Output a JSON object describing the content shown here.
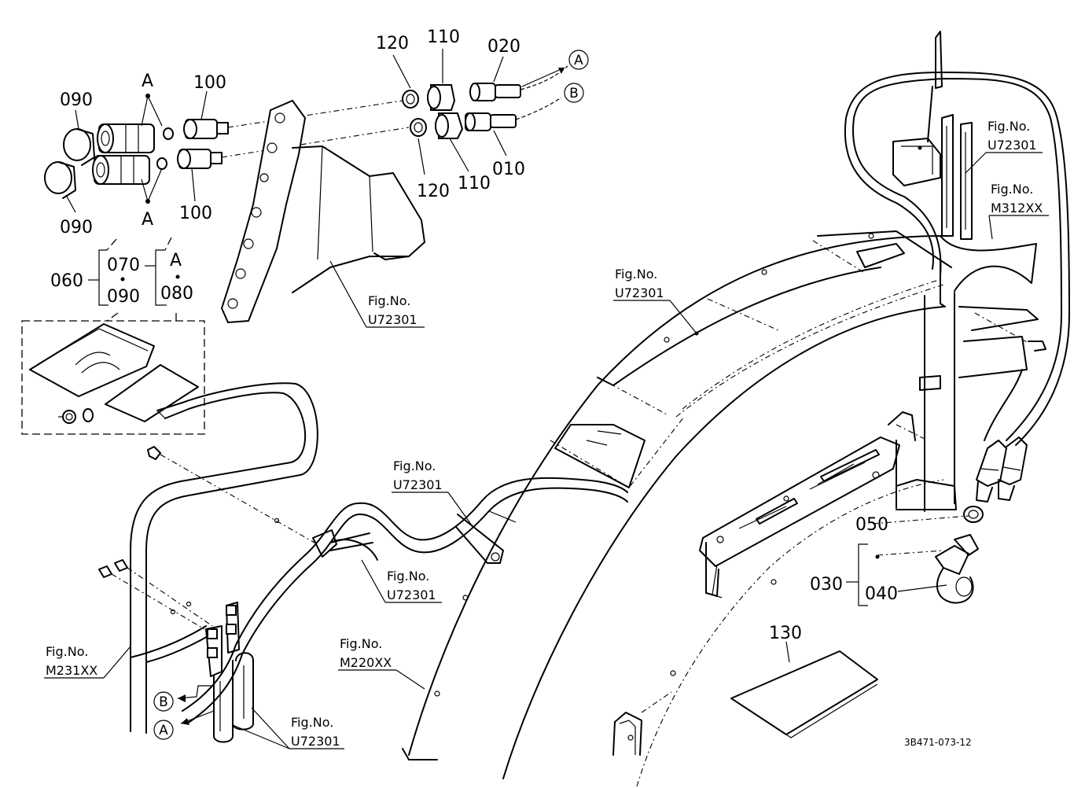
{
  "part_numbers": {
    "p120_top": "120",
    "p110_top": "110",
    "p020": "020",
    "p100_top": "100",
    "p090_top": "090",
    "p120_bot": "120",
    "p110_bot": "110",
    "p010": "010",
    "p100_bot": "100",
    "p090_bot": "090",
    "p060": "060",
    "p070": "070",
    "p090_kit": "090",
    "p080": "080",
    "p050": "050",
    "p030": "030",
    "p040": "040",
    "p130": "130"
  },
  "markers": {
    "a_top": "A",
    "a_bot": "A",
    "a_kit": "A",
    "a_circle_top": "A",
    "b_circle_top": "B",
    "a_circle_bot": "A",
    "b_circle_bot": "B"
  },
  "references": {
    "fig_label": "Fig.No.",
    "ref_bracket": "U72301",
    "ref_top_right": "U72301",
    "ref_fender_right": "M312XX",
    "ref_fender_top": "U72301",
    "ref_hose_mid": "U72301",
    "ref_hose_low": "U72301",
    "ref_frame_left": "M231XX",
    "ref_fender_main": "M220XX",
    "ref_clamp": "U72301"
  },
  "drawing_code": "3B471-073-12"
}
